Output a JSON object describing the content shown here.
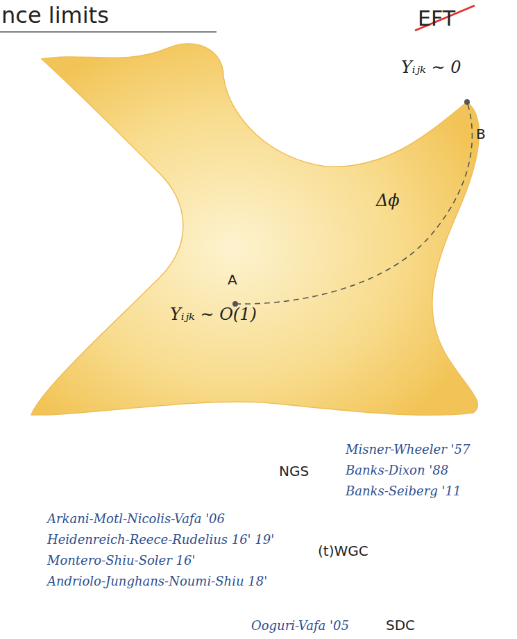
{
  "diagram": {
    "title": "nce limits",
    "nodes": [
      {
        "text": [
          "A",
          "Yᵢⱼₖ ∼ O(1)",
          "Δϕ"
        ]
      }
    ],
    "labels": [
      "EFT",
      "Yᵢⱼₖ ∼ 0",
      "B",
      "Misner-Wheeler '57",
      "NGS",
      "Banks-Dixon '88",
      "Banks-Seiberg '11",
      "Arkani-Motl-Nicolis-Vafa '06",
      "Heidenreich-Reece-Rudelius 16' 19'",
      "(t)WGC",
      "Montero-Shiu-Soler 16'",
      "Andriolo-Junghans-Noumi-Shiu 18'",
      "Ooguri-Vafa '05",
      "SDC"
    ]
  }
}
